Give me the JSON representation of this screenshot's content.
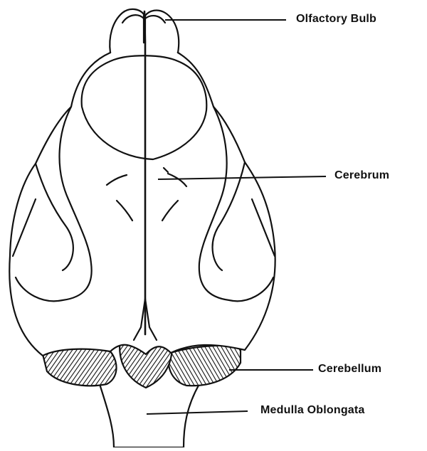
{
  "labels": {
    "olfactory_bulb": "Olfactory Bulb",
    "cerebrum": "Cerebrum",
    "cerebellum": "Cerebellum",
    "medulla_oblongata": "Medulla Oblongata"
  },
  "colors": {
    "ink": "#111111",
    "background": "#ffffff"
  }
}
